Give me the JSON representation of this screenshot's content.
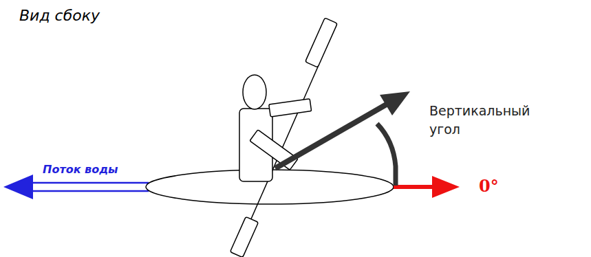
{
  "diagram": {
    "title": "Вид сбоку",
    "labels": [
      "Поток воды",
      "Вертикальный угол",
      "0°"
    ]
  }
}
